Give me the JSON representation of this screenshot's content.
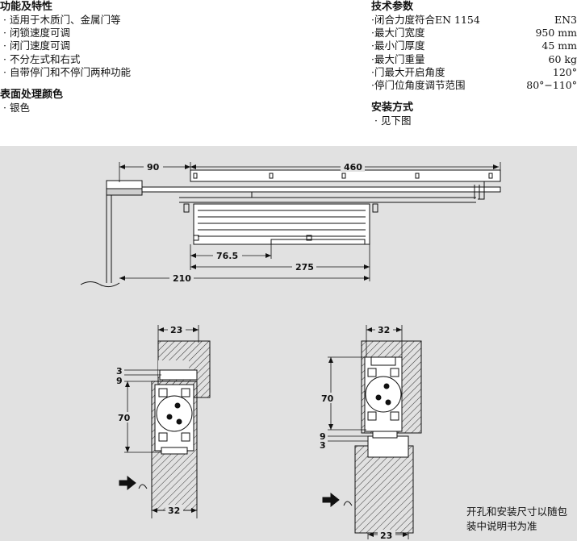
{
  "features": {
    "title": "功能及特性",
    "items": [
      "适用于木质门、金属门等",
      "闭锁速度可调",
      "闭门速度可调",
      "不分左式和右式",
      "自带停门和不停门两种功能"
    ]
  },
  "finish": {
    "title": "表面处理颜色",
    "items": [
      "银色"
    ]
  },
  "specs": {
    "title": "技术参数",
    "rows": [
      {
        "label": "闭合力度符合EN 1154",
        "value": "EN3"
      },
      {
        "label": "最大门宽度",
        "value": "950 mm"
      },
      {
        "label": "最小门厚度",
        "value": "45 mm"
      },
      {
        "label": "最大门重量",
        "value": "60 kg"
      },
      {
        "label": "门最大开启角度",
        "value": "120°"
      },
      {
        "label": "停门位角度调节范围",
        "value": "80°−110°"
      }
    ]
  },
  "installation": {
    "title": "安装方式",
    "items": [
      "见下图"
    ]
  },
  "bullet": "·",
  "drawing": {
    "dims": {
      "d90": "90",
      "d460": "460",
      "d76_5": "76.5",
      "d275": "275",
      "d210": "210",
      "l23": "23",
      "l3": "3",
      "l9": "9",
      "l70": "70",
      "l32": "32",
      "r32": "32",
      "r70": "70",
      "r9": "9",
      "r3": "3",
      "r23": "23"
    },
    "note": "开孔和安装尺寸以随包装中说明书为准"
  }
}
